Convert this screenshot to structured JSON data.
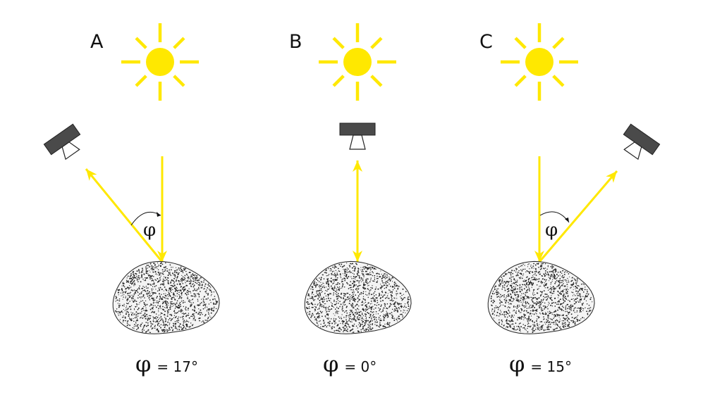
{
  "panels": [
    {
      "label": "A",
      "angle_symbol": "φ",
      "caption_symbol": "φ",
      "caption_value": "= 17°",
      "angle_deg": 17
    },
    {
      "label": "B",
      "angle_symbol": "",
      "caption_symbol": "φ",
      "caption_value": "= 0°",
      "angle_deg": 0
    },
    {
      "label": "C",
      "angle_symbol": "φ",
      "caption_symbol": "φ",
      "caption_value": "= 15°",
      "angle_deg": 15
    }
  ],
  "colors": {
    "sun": "#FFE800",
    "beam": "#FFE800",
    "camera": "#4a4a4a",
    "rock_outline": "#222222"
  }
}
